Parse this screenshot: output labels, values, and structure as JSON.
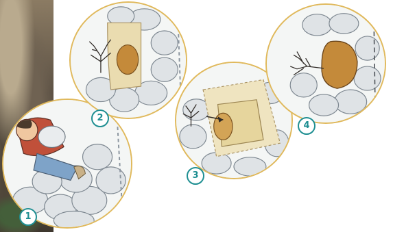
{
  "steps": [
    {
      "number": "1"
    },
    {
      "number": "2"
    },
    {
      "number": "3"
    },
    {
      "number": "4"
    }
  ],
  "colors": {
    "badge_accent": "#1f8f92",
    "panel_border": "#e0b95c",
    "stone": "#d9dde0",
    "soil": "#c48a3a",
    "tarp": "#e9dcb0"
  },
  "icons": [
    "tree-icon",
    "shovel-icon",
    "arrow-icon",
    "mushroom-icon"
  ]
}
